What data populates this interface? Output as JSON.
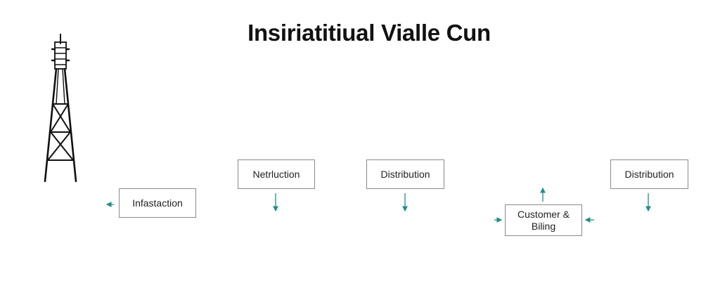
{
  "diagram": {
    "title": "Insiriatitiual Vialle Cun",
    "nodes": {
      "infrastaction": "Infastaction",
      "netriluction": "Netrluction",
      "distribution_1": "Distribution",
      "customer_billing": [
        "Customer &",
        "Biling"
      ],
      "distribution_2": "Distribution"
    },
    "icons": {
      "tower": "cell-tower-icon"
    },
    "colors": {
      "arrow": "#1f8f86",
      "box_border": "#8a8a8a",
      "tower": "#111111"
    }
  }
}
